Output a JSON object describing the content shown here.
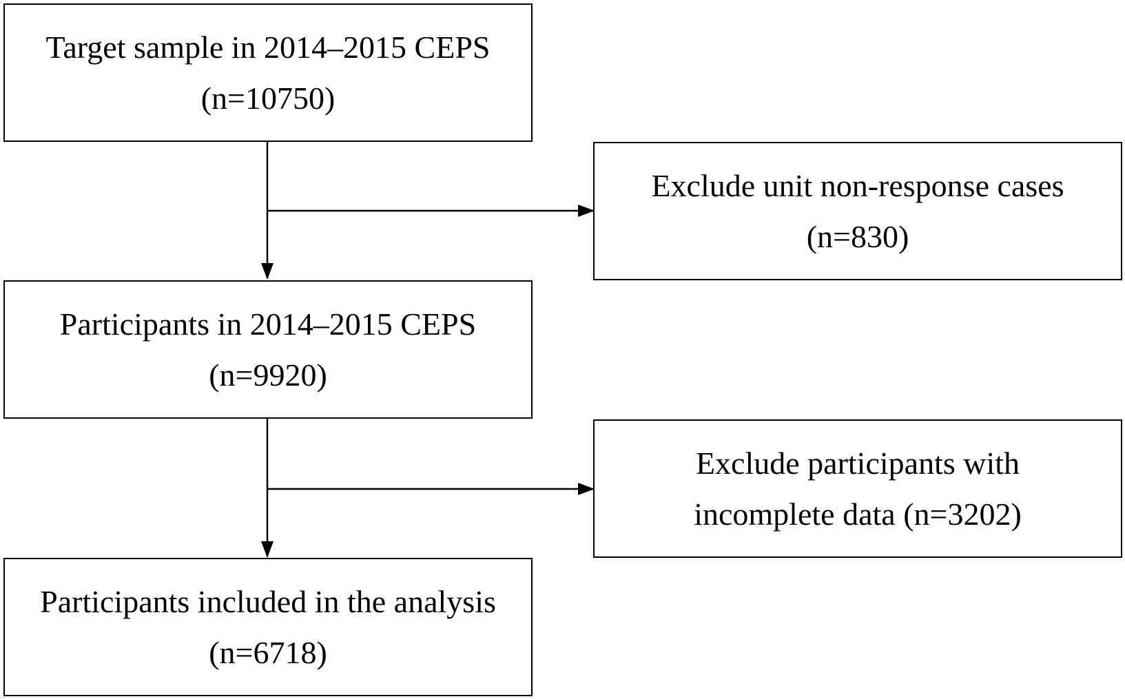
{
  "flowchart": {
    "target_sample": {
      "line1": "Target sample in 2014–2015 CEPS",
      "line2": "(n=10750)"
    },
    "exclude_nonresponse": {
      "line1": "Exclude unit non-response cases",
      "line2": "(n=830)"
    },
    "participants": {
      "line1": "Participants in 2014–2015 CEPS",
      "line2": "(n=9920)"
    },
    "exclude_incomplete": {
      "line1": "Exclude participants with",
      "line2": "incomplete data (n=3202)"
    },
    "included": {
      "line1": "Participants included in the analysis",
      "line2": "(n=6718)"
    }
  },
  "colors": {
    "line": "#000000",
    "background": "#ffffff"
  }
}
